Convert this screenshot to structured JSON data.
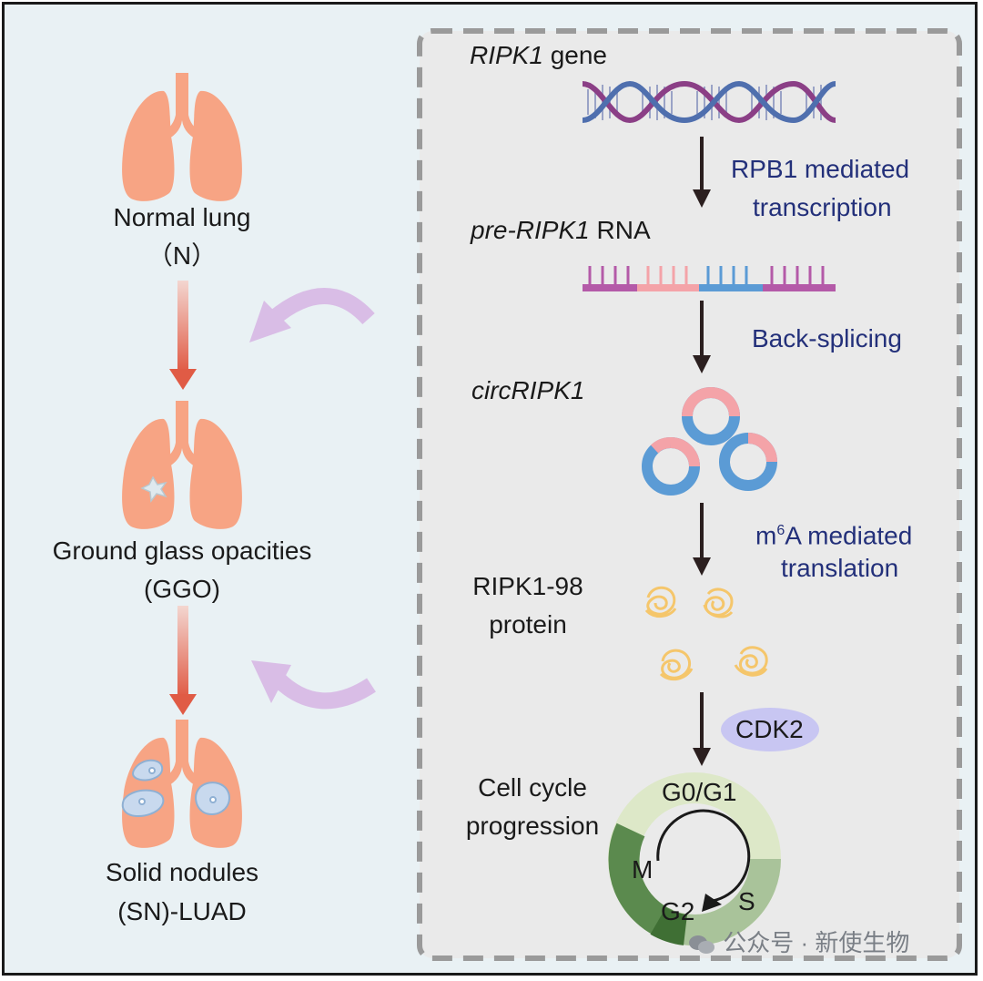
{
  "left_column": {
    "normal_lung": {
      "line1": "Normal lung",
      "line2": "（N）"
    },
    "ggo": {
      "line1": "Ground glass opacities",
      "line2": "(GGO)"
    },
    "solid": {
      "line1": "Solid nodules",
      "line2": "(SN)-LUAD"
    }
  },
  "right_panel": {
    "gene_label": {
      "italic": "RIPK1",
      "rest": " gene"
    },
    "step1": {
      "line1": "RPB1 mediated",
      "line2": "transcription"
    },
    "pre_rna_label": {
      "italic": "pre-RIPK1",
      "rest": " RNA"
    },
    "step2": "Back-splicing",
    "circ_label": "circRIPK1",
    "step3": {
      "prefix": "m",
      "sup": "6",
      "rest": "A mediated",
      "line2": "translation"
    },
    "protein_label": {
      "line1": "RIPK1-98",
      "line2": "protein"
    },
    "cdk2": "CDK2",
    "cell_cycle_label": {
      "line1": "Cell cycle",
      "line2": "progression"
    },
    "phases": {
      "g0g1": "G0/G1",
      "s": "S",
      "g2": "G2",
      "m": "M"
    }
  },
  "watermark": "公众号 · 新使生物",
  "colors": {
    "lung": "#f7a484",
    "lung_outline": "#e8896a",
    "arrow_red": "#e05b45",
    "curved_arrow": "#d9bde6",
    "panel_bg": "#eaeaea",
    "panel_border": "#9a9a9a",
    "label_blue": "#23307a",
    "dna_blue": "#4f6fae",
    "dna_purple": "#8b3f86",
    "rna_purple": "#b45aa8",
    "rna_pink": "#f4a3a8",
    "rna_blue": "#5b9bd5",
    "protein": "#f5c66b",
    "cdk2_bg": "#c8c6f2",
    "cycle_dark": "#5b8a4e",
    "cycle_mid": "#a9c39a",
    "cycle_light": "#dde8c8"
  }
}
